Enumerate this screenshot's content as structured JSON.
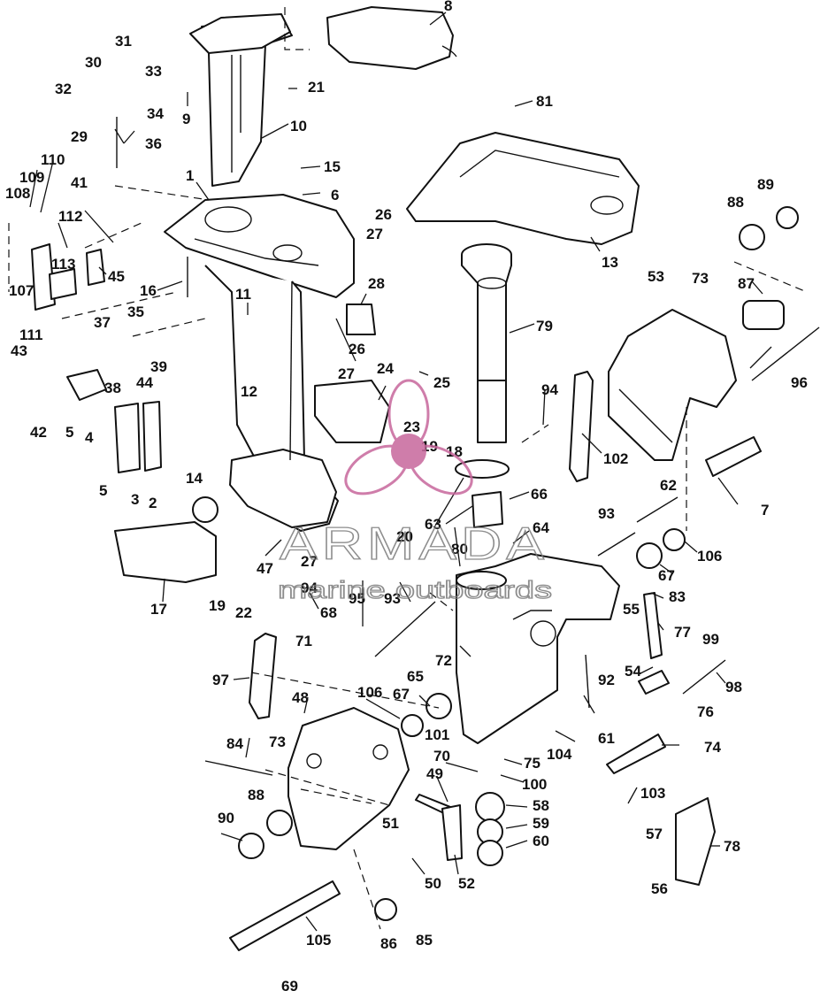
{
  "diagram": {
    "callouts": [
      "1",
      "2",
      "3",
      "4",
      "5",
      "5",
      "6",
      "7",
      "8",
      "9",
      "10",
      "11",
      "12",
      "13",
      "14",
      "15",
      "16",
      "17",
      "18",
      "19",
      "19",
      "20",
      "21",
      "22",
      "23",
      "24",
      "25",
      "26",
      "26",
      "27",
      "27",
      "27",
      "28",
      "29",
      "30",
      "31",
      "32",
      "33",
      "34",
      "35",
      "36",
      "37",
      "38",
      "39",
      "41",
      "42",
      "43",
      "44",
      "45",
      "47",
      "48",
      "49",
      "50",
      "51",
      "52",
      "53",
      "54",
      "55",
      "56",
      "57",
      "58",
      "59",
      "60",
      "61",
      "62",
      "63",
      "64",
      "65",
      "66",
      "67",
      "67",
      "68",
      "69",
      "70",
      "71",
      "72",
      "73",
      "73",
      "74",
      "75",
      "76",
      "77",
      "78",
      "79",
      "80",
      "81",
      "83",
      "84",
      "85",
      "86",
      "87",
      "88",
      "88",
      "89",
      "90",
      "92",
      "93",
      "93",
      "94",
      "94",
      "95",
      "96",
      "97",
      "98",
      "99",
      "100",
      "101",
      "102",
      "103",
      "104",
      "105",
      "106",
      "106",
      "107",
      "108",
      "109",
      "110",
      "111",
      "112",
      "113"
    ]
  },
  "watermark": {
    "brand": "ARMADA",
    "tagline": "marine outboards",
    "color": "#c7679c"
  }
}
